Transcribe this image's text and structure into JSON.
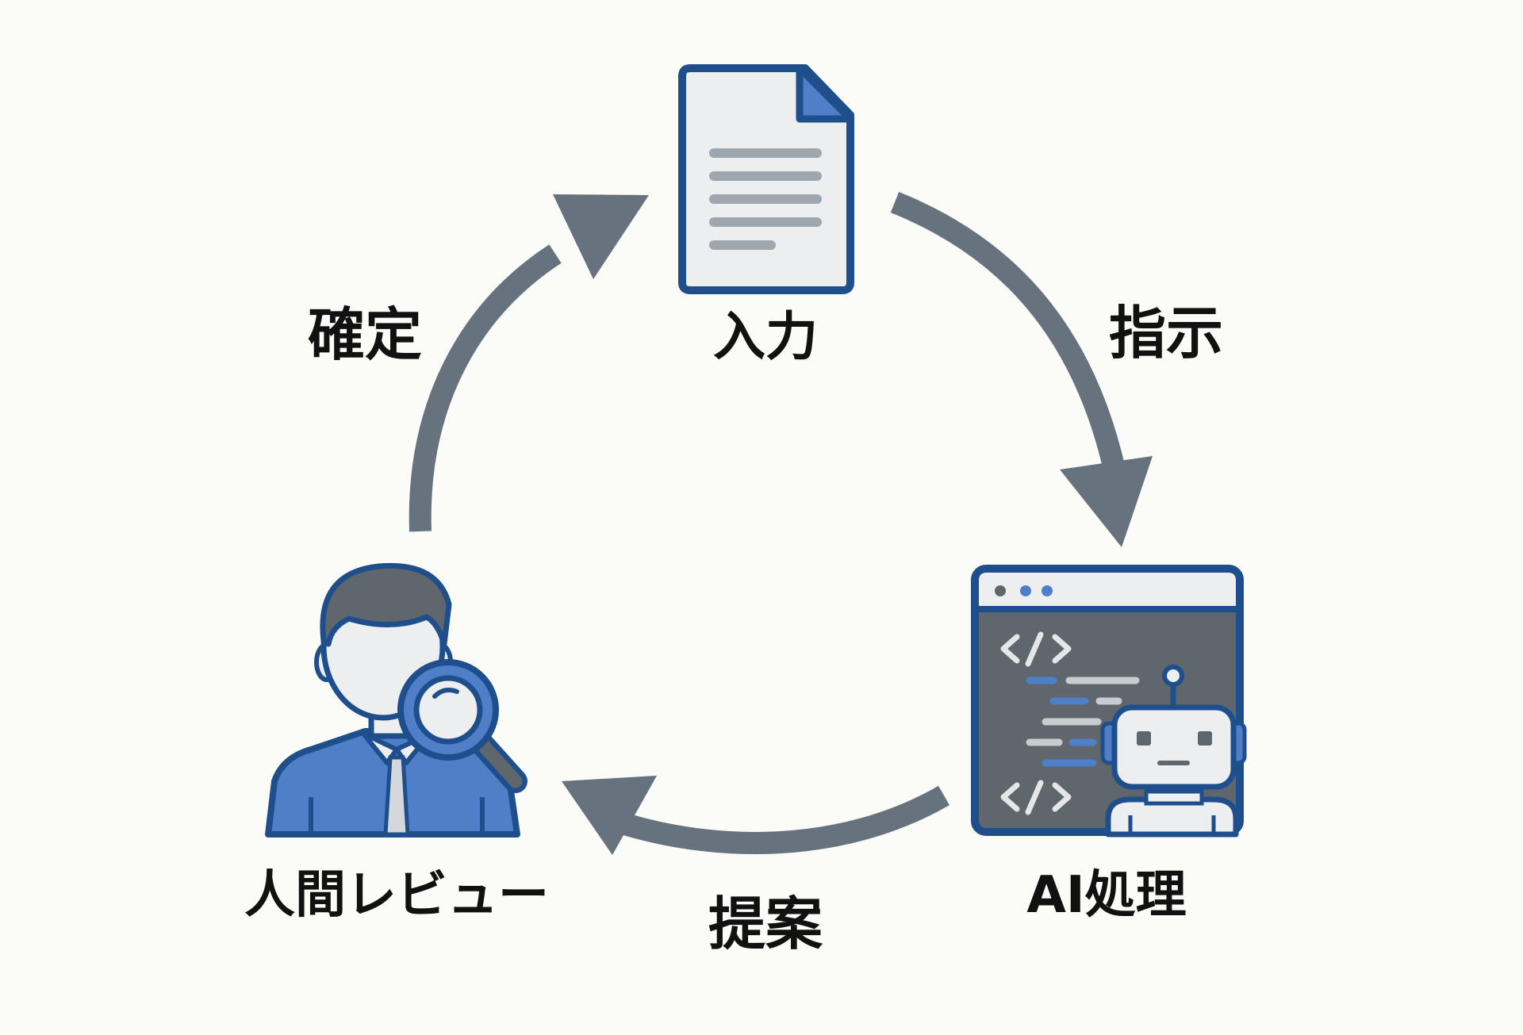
{
  "nodes": {
    "input": {
      "label": "入力",
      "icon": "document-icon"
    },
    "ai": {
      "label": "AI処理",
      "icon": "code-window-robot-icon"
    },
    "review": {
      "label": "人間レビュー",
      "icon": "person-magnifier-icon"
    }
  },
  "edges": {
    "instruct": {
      "label": "指示",
      "from": "input",
      "to": "ai"
    },
    "propose": {
      "label": "提案",
      "from": "ai",
      "to": "review"
    },
    "confirm": {
      "label": "確定",
      "from": "review",
      "to": "input"
    }
  },
  "colors": {
    "background": "#fbfbf8",
    "arrow": "#66737f",
    "outline": "#1f4e8c",
    "accent_blue": "#4f7fc7",
    "panel_gray": "#5f666c",
    "paper": "#eceef0",
    "text": "#111111"
  }
}
